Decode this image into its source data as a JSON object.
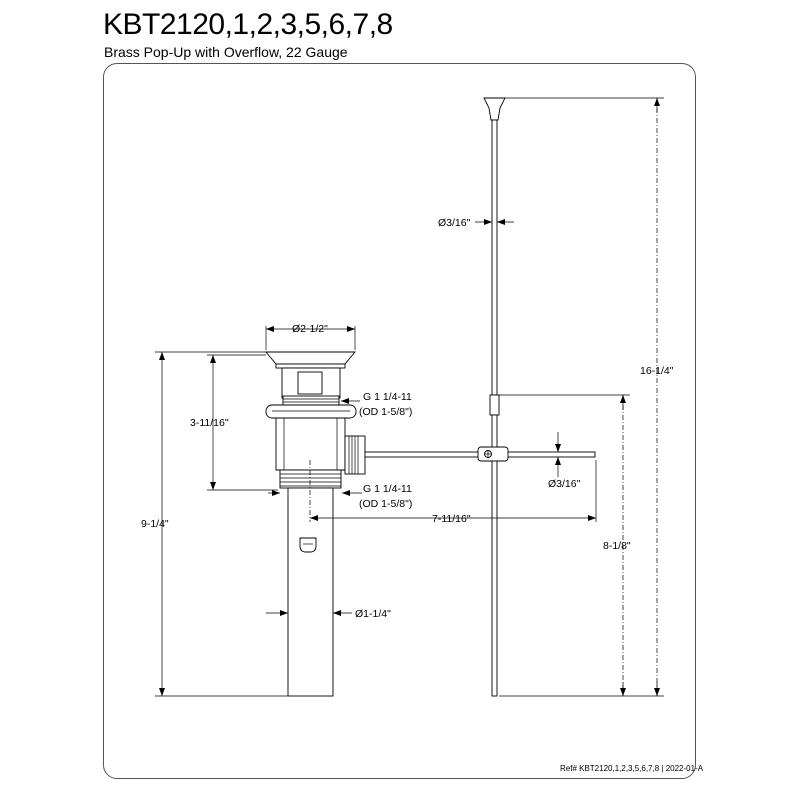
{
  "header": {
    "title": "KBT2120,1,2,3,5,6,7,8",
    "subtitle": "Brass Pop-Up with Overflow, 22 Gauge"
  },
  "dimensions": {
    "rod_diameter_top": "Ø3/16\"",
    "flange_diameter": "Ø2-1/2\"",
    "thread_upper_line1": "G 1 1/4-11",
    "thread_upper_line2": "(OD 1-5/8\")",
    "height_3_11_16": "3-11/16\"",
    "thread_lower_line1": "G 1 1/4-11",
    "thread_lower_line2": "(OD 1-5/8\")",
    "rod_diameter_side": "Ø3/16\"",
    "length_7_11_16": "7-11/16\"",
    "height_9_1_4": "9-1/4\"",
    "tailpiece_diameter": "Ø1-1/4\"",
    "height_8_1_8": "8-1/8\"",
    "height_16_1_4": "16-1/4\""
  },
  "footer": {
    "ref": "Ref# KBT2120,1,2,3,5,6,7,8 | 2022-01-A"
  }
}
